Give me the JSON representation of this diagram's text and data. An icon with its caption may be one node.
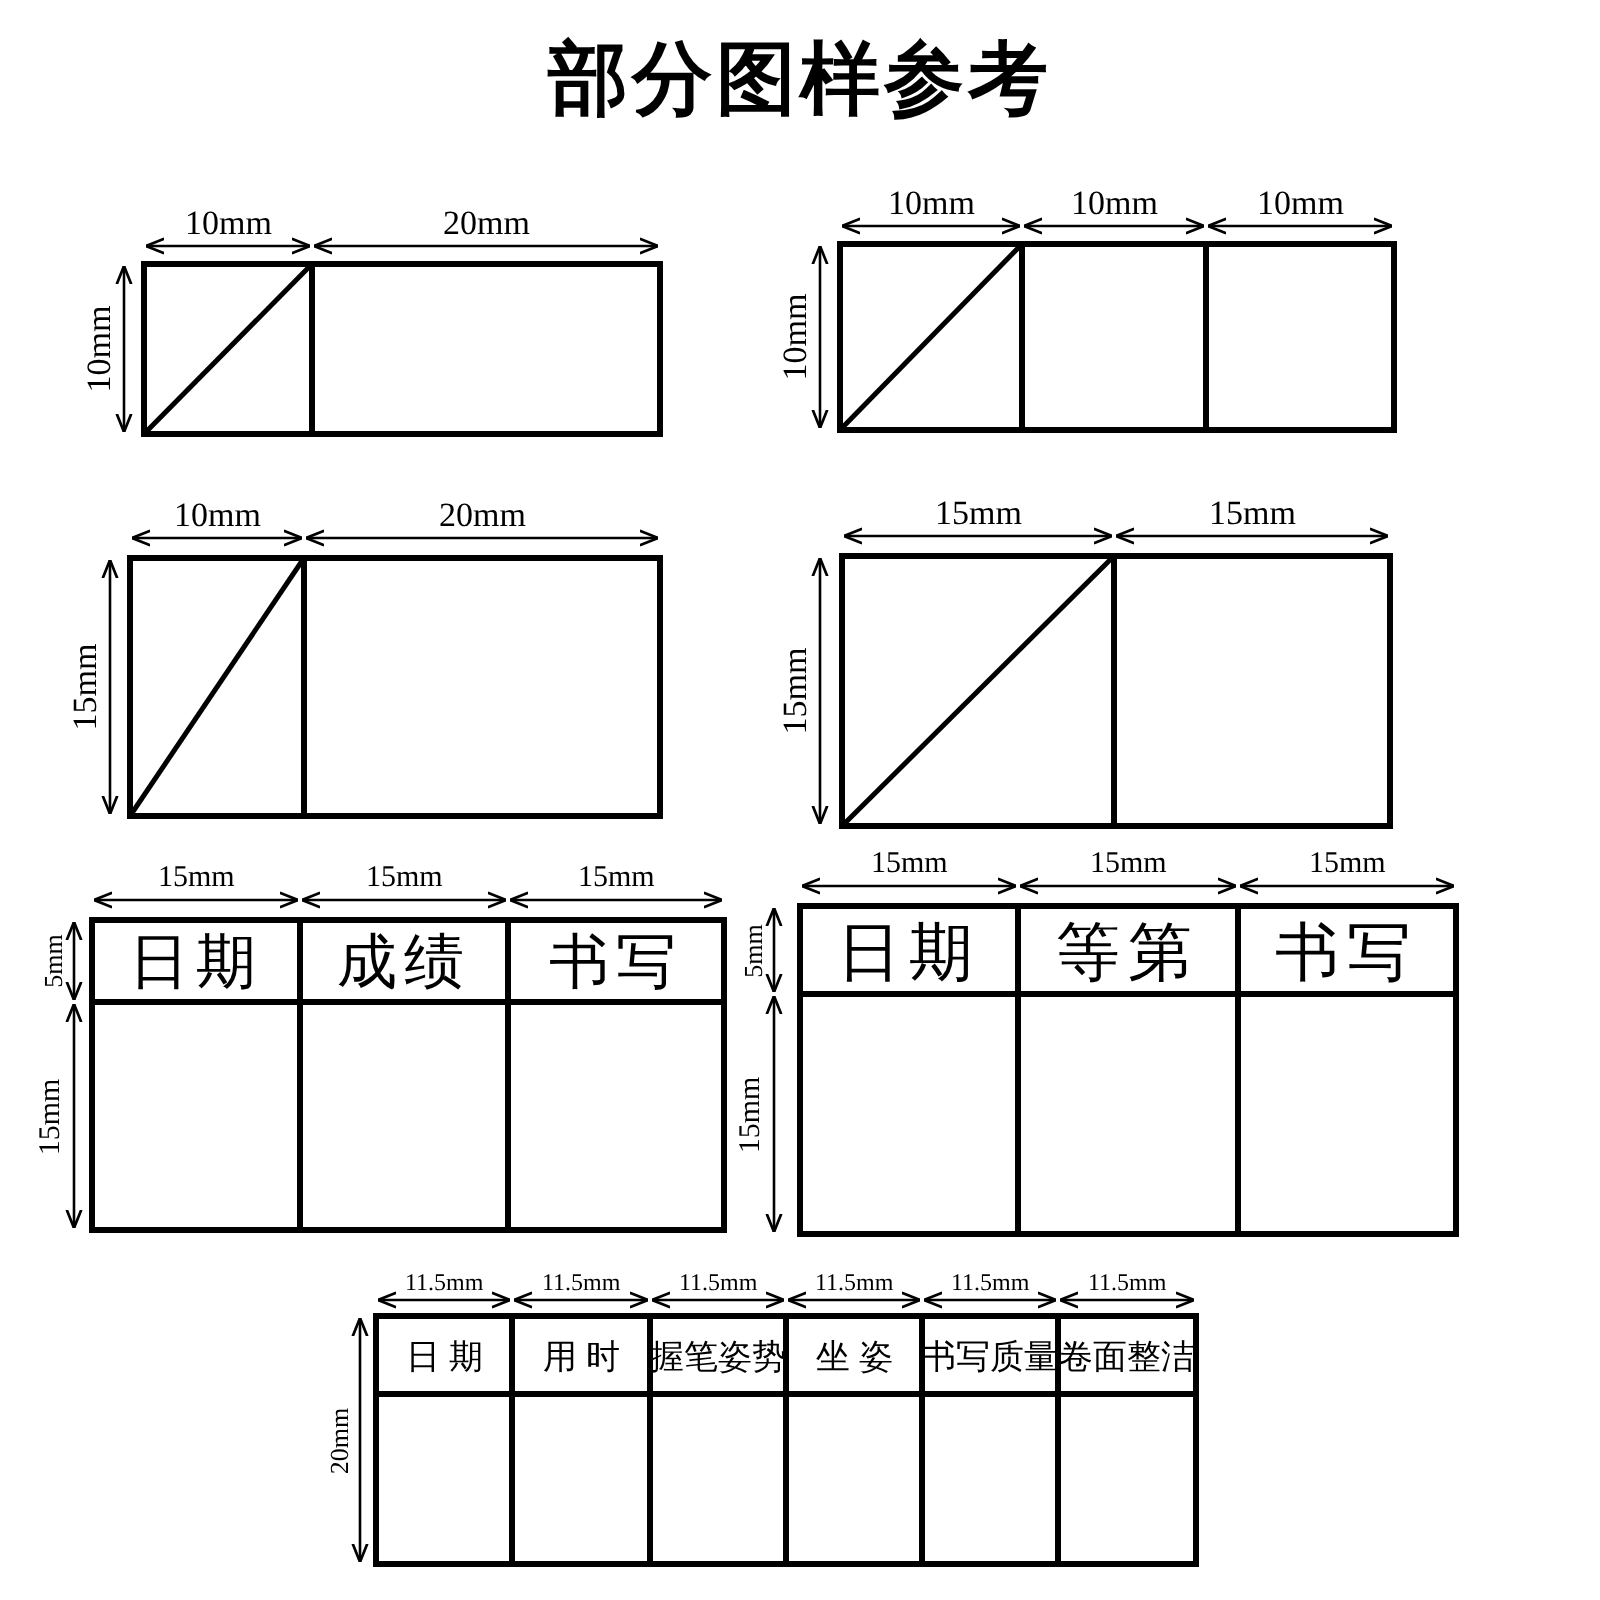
{
  "diagram": {
    "title": "部分图样参考",
    "labels": [
      "10mm",
      "20mm",
      "10mm",
      "10mm",
      "10mm",
      "10mm",
      "10mm",
      "10mm",
      "20mm",
      "15mm",
      "15mm",
      "15mm",
      "15mm",
      "15mm",
      "15mm",
      "15mm",
      "5mm",
      "15mm",
      "日期",
      "成绩",
      "书写",
      "15mm",
      "15mm",
      "15mm",
      "5mm",
      "15mm",
      "日期",
      "等第",
      "书写",
      "11.5mm",
      "11.5mm",
      "11.5mm",
      "11.5mm",
      "11.5mm",
      "11.5mm",
      "20mm",
      "日 期",
      "用 时",
      "握笔姿势",
      "坐 姿",
      "书写质量",
      "卷面整洁"
    ]
  }
}
